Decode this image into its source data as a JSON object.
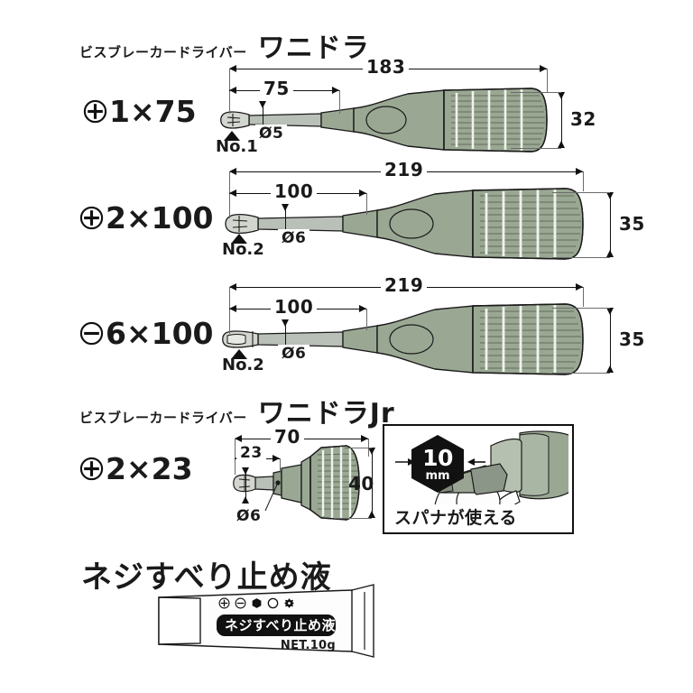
{
  "sections": {
    "main": {
      "subtitle": "ビスブレーカードライバー",
      "title": "ワニドラ",
      "rows": [
        {
          "symbol": "phillips-circle-icon",
          "code": "1×75",
          "total_length": "183",
          "shaft_length": "75",
          "shaft_dia": "Ø5",
          "tip_label": "No.1",
          "handle_dia": "32"
        },
        {
          "symbol": "phillips-circle-icon",
          "code": "2×100",
          "total_length": "219",
          "shaft_length": "100",
          "shaft_dia": "Ø6",
          "tip_label": "No.2",
          "handle_dia": "35"
        },
        {
          "symbol": "slotted-circle-icon",
          "code": "6×100",
          "total_length": "219",
          "shaft_length": "100",
          "shaft_dia": "Ø6",
          "tip_label": "No.2",
          "handle_dia": "35"
        }
      ]
    },
    "jr": {
      "subtitle": "ビスブレーカードライバー",
      "title": "ワニドラJr",
      "row": {
        "symbol": "phillips-circle-icon",
        "code": "2×23",
        "total_length": "70",
        "shaft_length": "23",
        "shaft_dia": "Ø6",
        "handle_dia": "40"
      },
      "panel": {
        "badge_size": "10",
        "badge_unit": "mm",
        "caption": "スパナが使える"
      }
    },
    "liquid": {
      "title": "ネジすべり止め液",
      "tube": {
        "label": "ネジすべり止め液",
        "net_weight": "NET.10g",
        "icons": [
          "phillips-circle-icon",
          "slotted-circle-icon",
          "hex-solid-icon",
          "circle-outline-icon",
          "torx-icon"
        ]
      }
    }
  },
  "colors": {
    "handle": "#9aa893",
    "handle_dark": "#7f8d79",
    "shaft": "#b9c0b7",
    "outline": "#1a1a1a"
  }
}
